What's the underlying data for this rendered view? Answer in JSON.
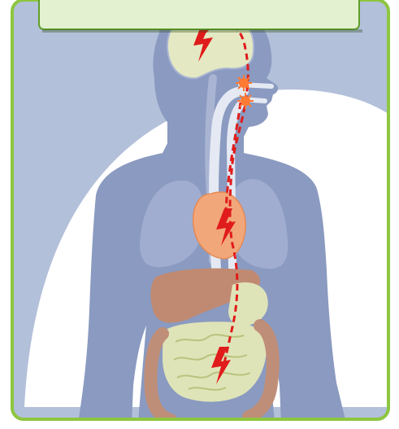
{
  "diagram": {
    "colors": {
      "frame_border": "#8DC63F",
      "background": "#B3C0DA",
      "white_shape": "#FFFFFF",
      "body_silhouette": "#8A9AC0",
      "organ_outline": "#A9B4D3",
      "brain": "#E4E9C3",
      "lungs": "#A0ADD0",
      "heart": "#F2A77A",
      "liver": "#C08A72",
      "intestines": "#DFE4B8",
      "colon": "#BF8E78",
      "esophagus": "#E4E9F3",
      "signal_path": "#E01B1B",
      "spark": "#FF7A33",
      "title_box": "#E3F1D0",
      "title_box_border": "#5F9E2A"
    },
    "icons": [
      "lightning-bolt-icon",
      "spark-icon"
    ],
    "components": [
      "brain",
      "spinal-cord",
      "nerve-signal-path",
      "esophagus",
      "lungs",
      "heart",
      "liver",
      "stomach",
      "intestines",
      "colon"
    ]
  }
}
